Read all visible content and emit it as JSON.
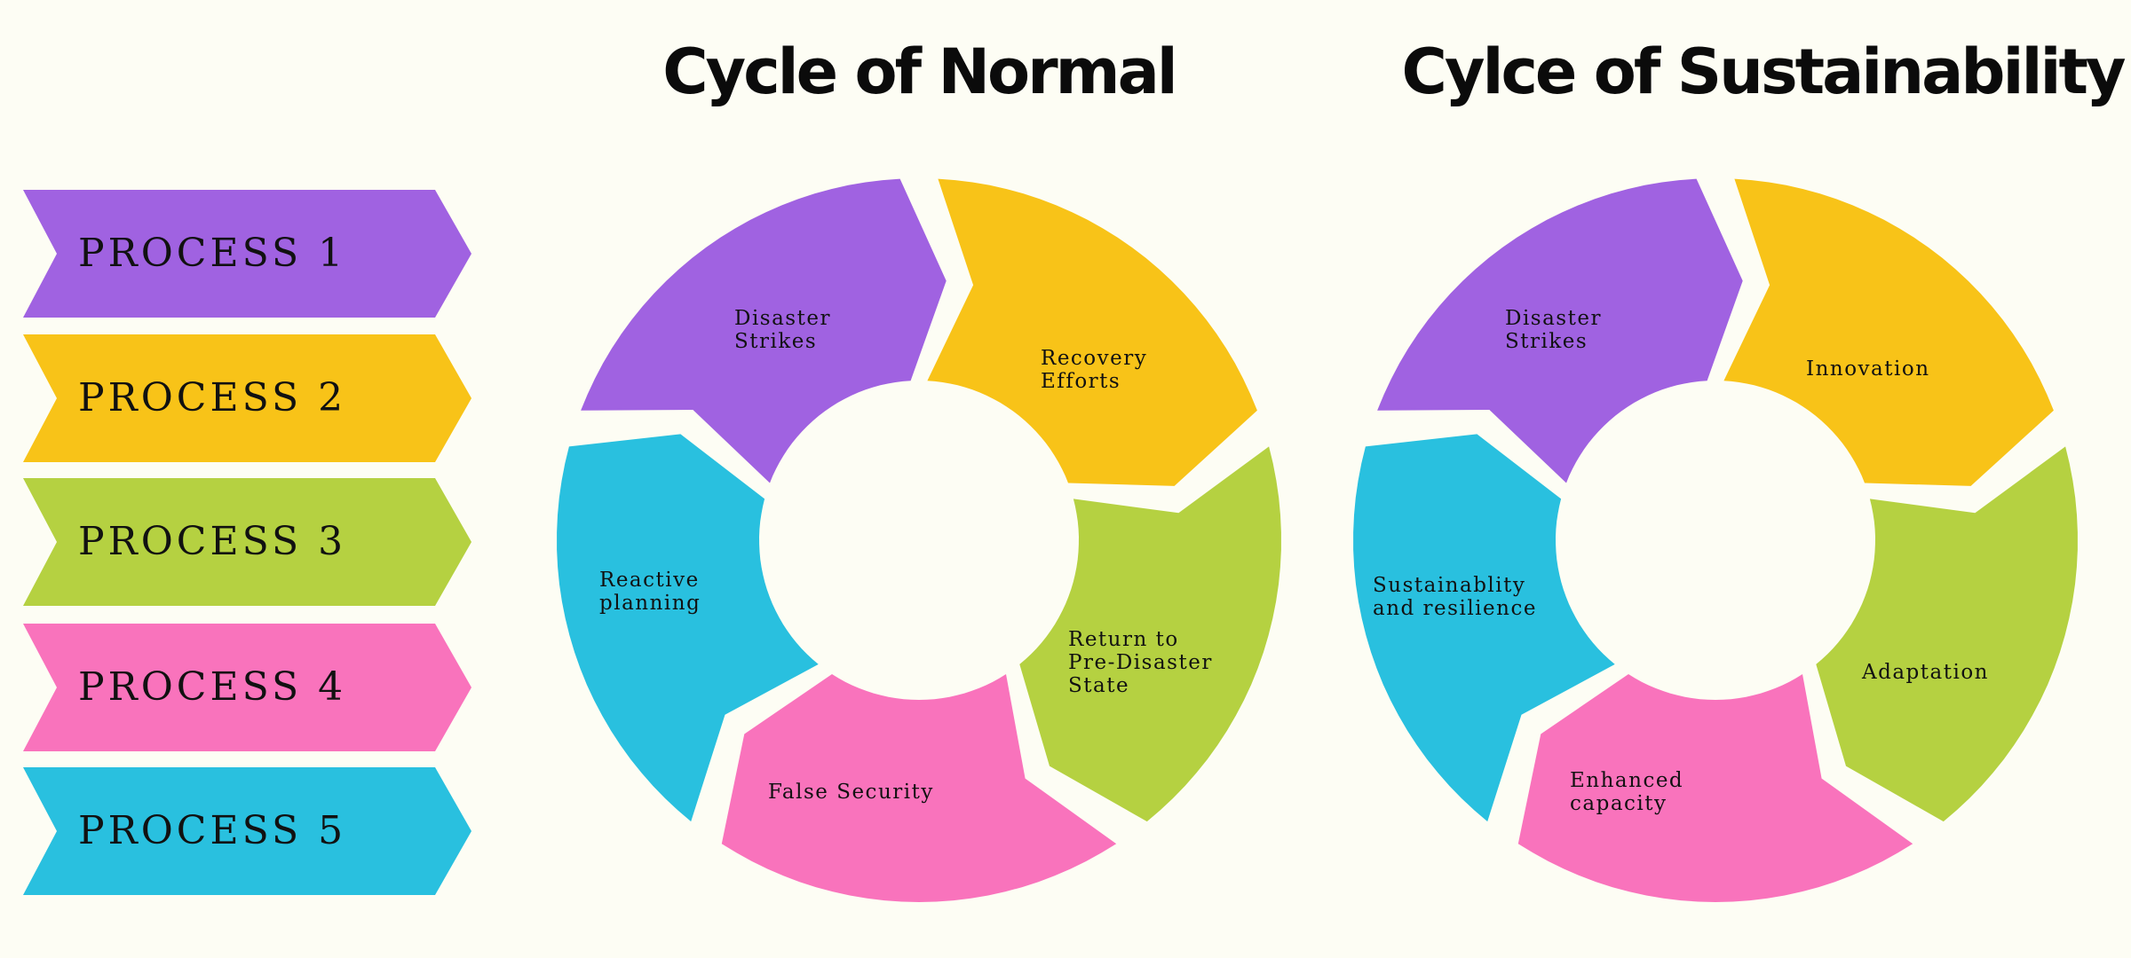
{
  "titles": {
    "left": "Cycle of Normal",
    "right": "Cylce of Sustainability"
  },
  "colors": {
    "purple": "#a062e1",
    "yellow": "#f8c318",
    "green": "#b5d141",
    "pink": "#f973bc",
    "blue": "#29c0df",
    "background": "#fdfdf4"
  },
  "processes": [
    {
      "label": "PROCESS 1",
      "color": "#a062e1"
    },
    {
      "label": "PROCESS 2",
      "color": "#f8c318"
    },
    {
      "label": "PROCESS 3",
      "color": "#b5d141"
    },
    {
      "label": "PROCESS 4",
      "color": "#f973bc"
    },
    {
      "label": "PROCESS 5",
      "color": "#29c0df"
    }
  ],
  "cycle_normal": {
    "segments": [
      {
        "label": "Disaster\nStrikes",
        "color": "#a062e1"
      },
      {
        "label": "Recovery\nEfforts",
        "color": "#f8c318"
      },
      {
        "label": "Return to\nPre-Disaster\nState",
        "color": "#b5d141"
      },
      {
        "label": "False Security",
        "color": "#f973bc"
      },
      {
        "label": "Reactive\nplanning",
        "color": "#29c0df"
      }
    ]
  },
  "cycle_sustainability": {
    "segments": [
      {
        "label": "Disaster\nStrikes",
        "color": "#a062e1"
      },
      {
        "label": "Innovation",
        "color": "#f8c318"
      },
      {
        "label": "Adaptation",
        "color": "#b5d141"
      },
      {
        "label": "Enhanced\ncapacity",
        "color": "#f973bc"
      },
      {
        "label": "Sustainablity\nand resilience",
        "color": "#29c0df"
      }
    ]
  }
}
